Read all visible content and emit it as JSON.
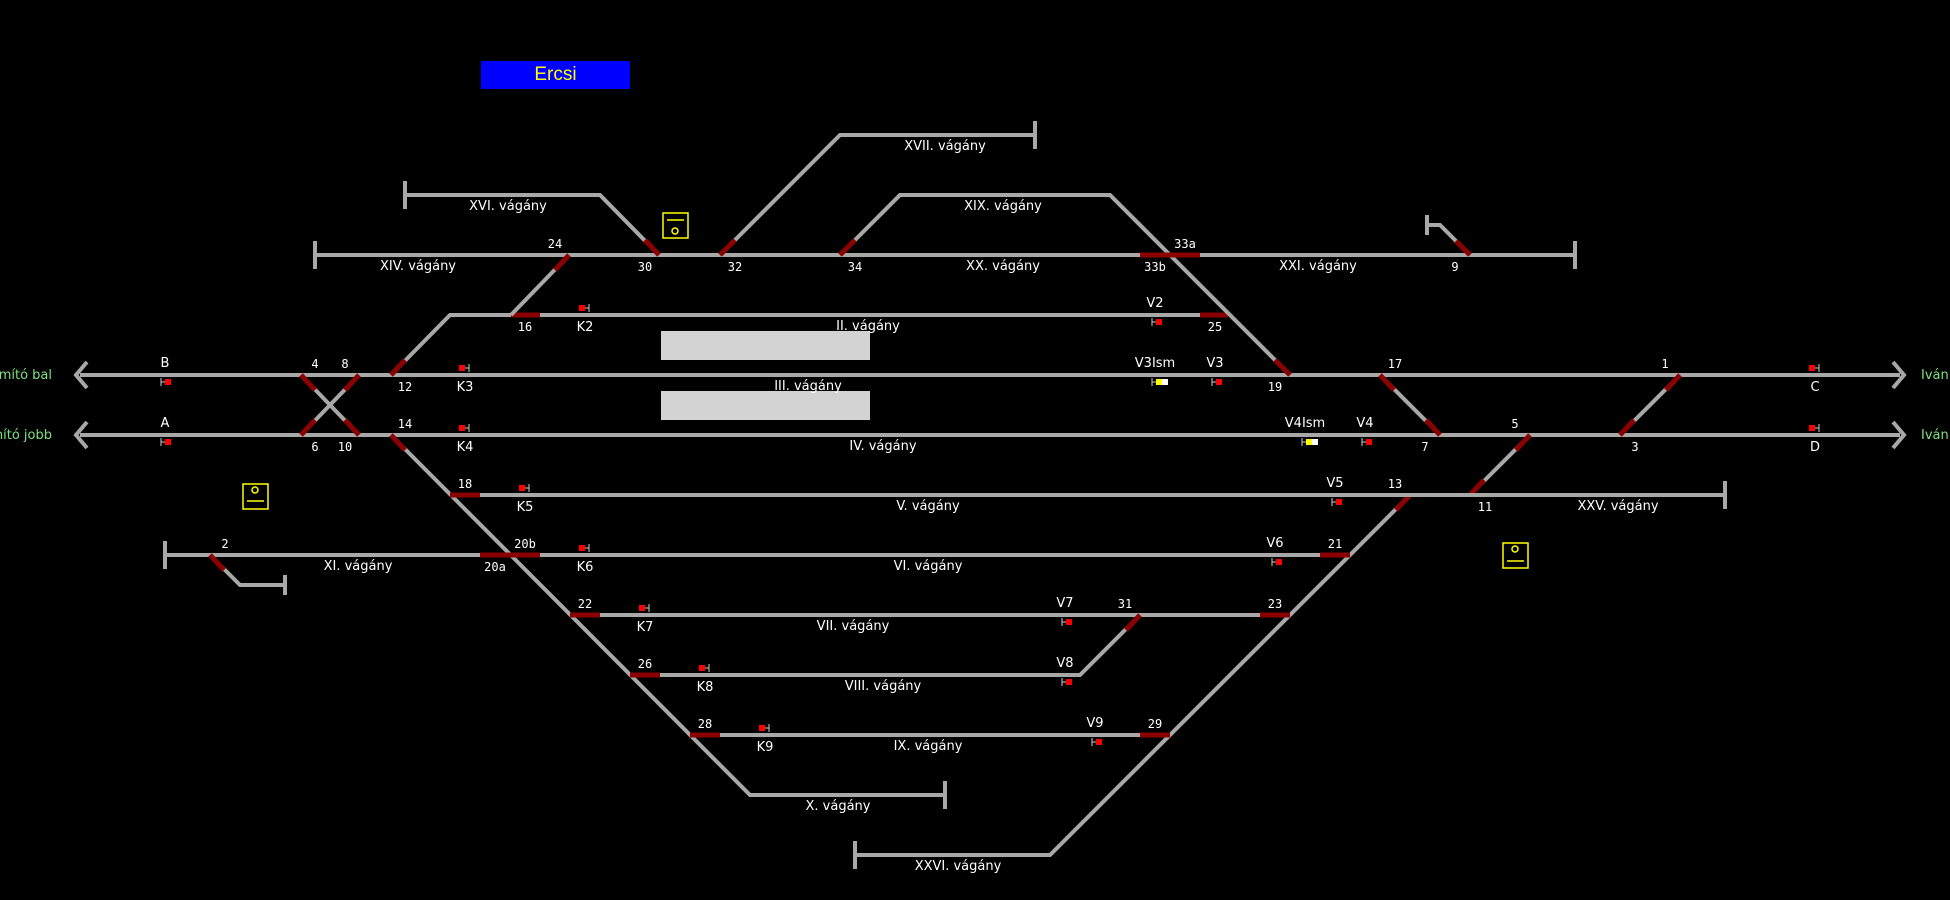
{
  "station": {
    "title": "Ercsi"
  },
  "colors": {
    "track": "#a8a8a8",
    "switch": "#8b0000",
    "signal_stop": "#ff0000",
    "signal_shunt": "#ffff00",
    "title_bg": "#0000ff",
    "title_fg": "#ffff00",
    "direction": "#7fe07f",
    "platform": "#d3d3d3"
  },
  "directions": {
    "left_upper": "omító bal",
    "left_lower": "mító jobb",
    "right_upper": "Iván",
    "right_lower": "Iván"
  },
  "tracks": {
    "XVII": "XVII. vágány",
    "XVI": "XVI. vágány",
    "XIX": "XIX. vágány",
    "XIV": "XIV. vágány",
    "XX": "XX. vágány",
    "XXI": "XXI. vágány",
    "II": "II. vágány",
    "III": "III. vágány",
    "IV": "IV. vágány",
    "V": "V. vágány",
    "XXV": "XXV. vágány",
    "XI": "XI. vágány",
    "VI": "VI. vágány",
    "VII": "VII. vágány",
    "VIII": "VIII. vágány",
    "IX": "IX. vágány",
    "X": "X. vágány",
    "XXVI": "XXVI. vágány"
  },
  "switches": {
    "s1": "1",
    "s2": "2",
    "s3": "3",
    "s4": "4",
    "s5": "5",
    "s6": "6",
    "s7": "7",
    "s8": "8",
    "s9": "9",
    "s10": "10",
    "s11": "11",
    "s12": "12",
    "s13": "13",
    "s14": "14",
    "s16": "16",
    "s17": "17",
    "s18": "18",
    "s19": "19",
    "s20a": "20a",
    "s20b": "20b",
    "s21": "21",
    "s22": "22",
    "s23": "23",
    "s24": "24",
    "s25": "25",
    "s26": "26",
    "s28": "28",
    "s29": "29",
    "s30": "30",
    "s31": "31",
    "s32": "32",
    "s33a": "33a",
    "s33b": "33b",
    "s34": "34"
  },
  "signals": {
    "A": "A",
    "B": "B",
    "C": "C",
    "D": "D",
    "K2": "K2",
    "K3": "K3",
    "K4": "K4",
    "K5": "K5",
    "K6": "K6",
    "K7": "K7",
    "K8": "K8",
    "K9": "K9",
    "V2": "V2",
    "V3": "V3",
    "V3Ism": "V3Ism",
    "V4": "V4",
    "V4Ism": "V4Ism",
    "V5": "V5",
    "V6": "V6",
    "V7": "V7",
    "V8": "V8",
    "V9": "V9"
  }
}
